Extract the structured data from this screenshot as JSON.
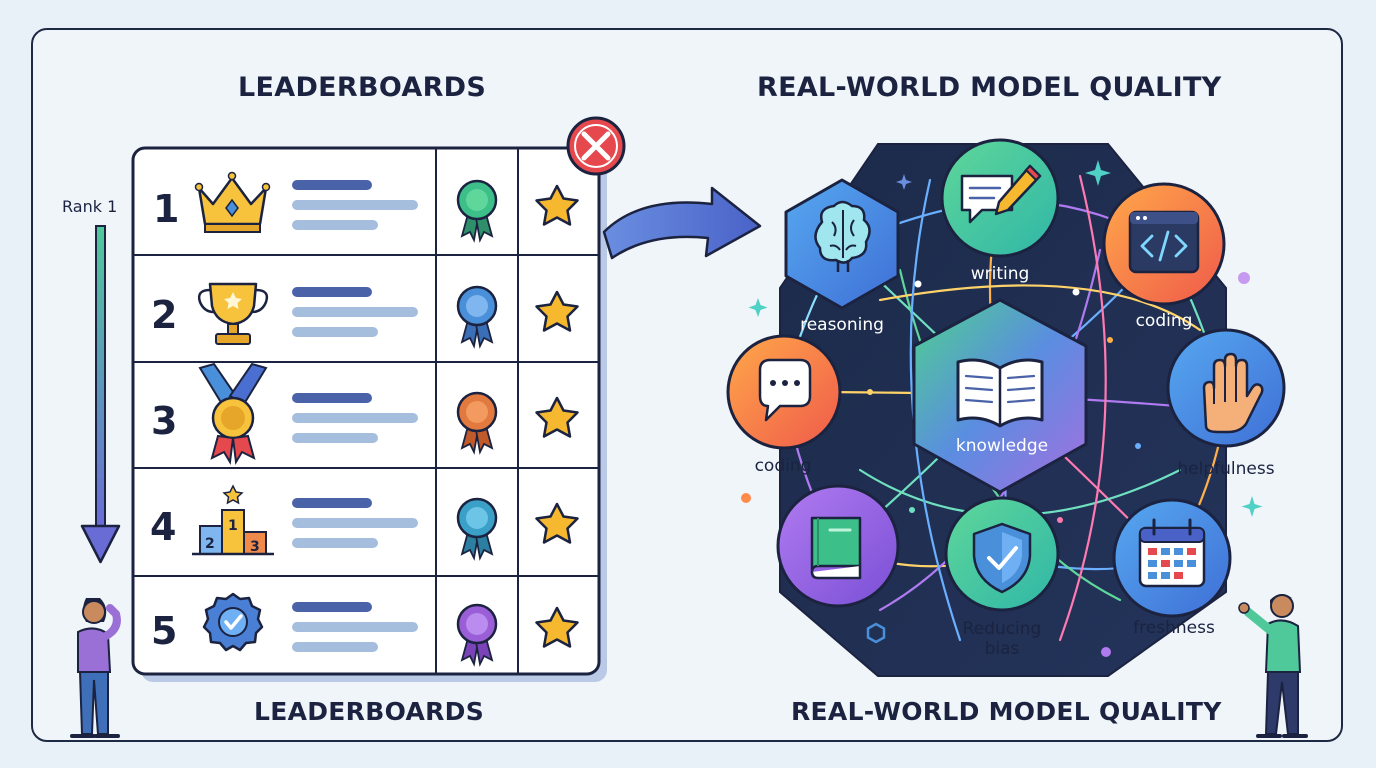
{
  "left_panel": {
    "title_top": "LEADERBOARDS",
    "title_bottom": "LEADERBOARDS",
    "rank_label": "Rank 1",
    "rows": [
      {
        "rank": "1",
        "trophy_icon": "crown-icon",
        "ribbon_color": "#3dbf8a"
      },
      {
        "rank": "2",
        "trophy_icon": "trophy-icon",
        "ribbon_color": "#4a8fd9"
      },
      {
        "rank": "3",
        "trophy_icon": "medal-icon",
        "ribbon_color": "#e27a3f"
      },
      {
        "rank": "4",
        "trophy_icon": "podium-icon",
        "ribbon_color": "#3aa0c8"
      },
      {
        "rank": "5",
        "trophy_icon": "badge-check-icon",
        "ribbon_color": "#9a5fd6"
      }
    ],
    "podium_labels": [
      "2",
      "1",
      "3"
    ]
  },
  "right_panel": {
    "title_top": "REAL-WORLD MODEL QUALITY",
    "title_bottom": "REAL-WORLD MODEL QUALITY",
    "center_label": "knowledge",
    "nodes": [
      {
        "label": "reasoning",
        "icon": "brain-icon"
      },
      {
        "label": "writing",
        "icon": "pencil-note-icon"
      },
      {
        "label": "coding",
        "icon": "code-window-icon"
      },
      {
        "label": "coding",
        "icon": "chat-bubble-icon"
      },
      {
        "label": "helpfulness",
        "icon": "hand-icon"
      },
      {
        "label": "",
        "icon": "book-icon"
      },
      {
        "label": "Reducing",
        "label2": "bias",
        "icon": "shield-check-icon"
      },
      {
        "label": "freshness",
        "icon": "calendar-icon"
      }
    ]
  },
  "colors": {
    "ink": "#1b2340",
    "arrow": "#5a6fc8",
    "reject": "#e5484d",
    "star": "#f5b82e"
  }
}
